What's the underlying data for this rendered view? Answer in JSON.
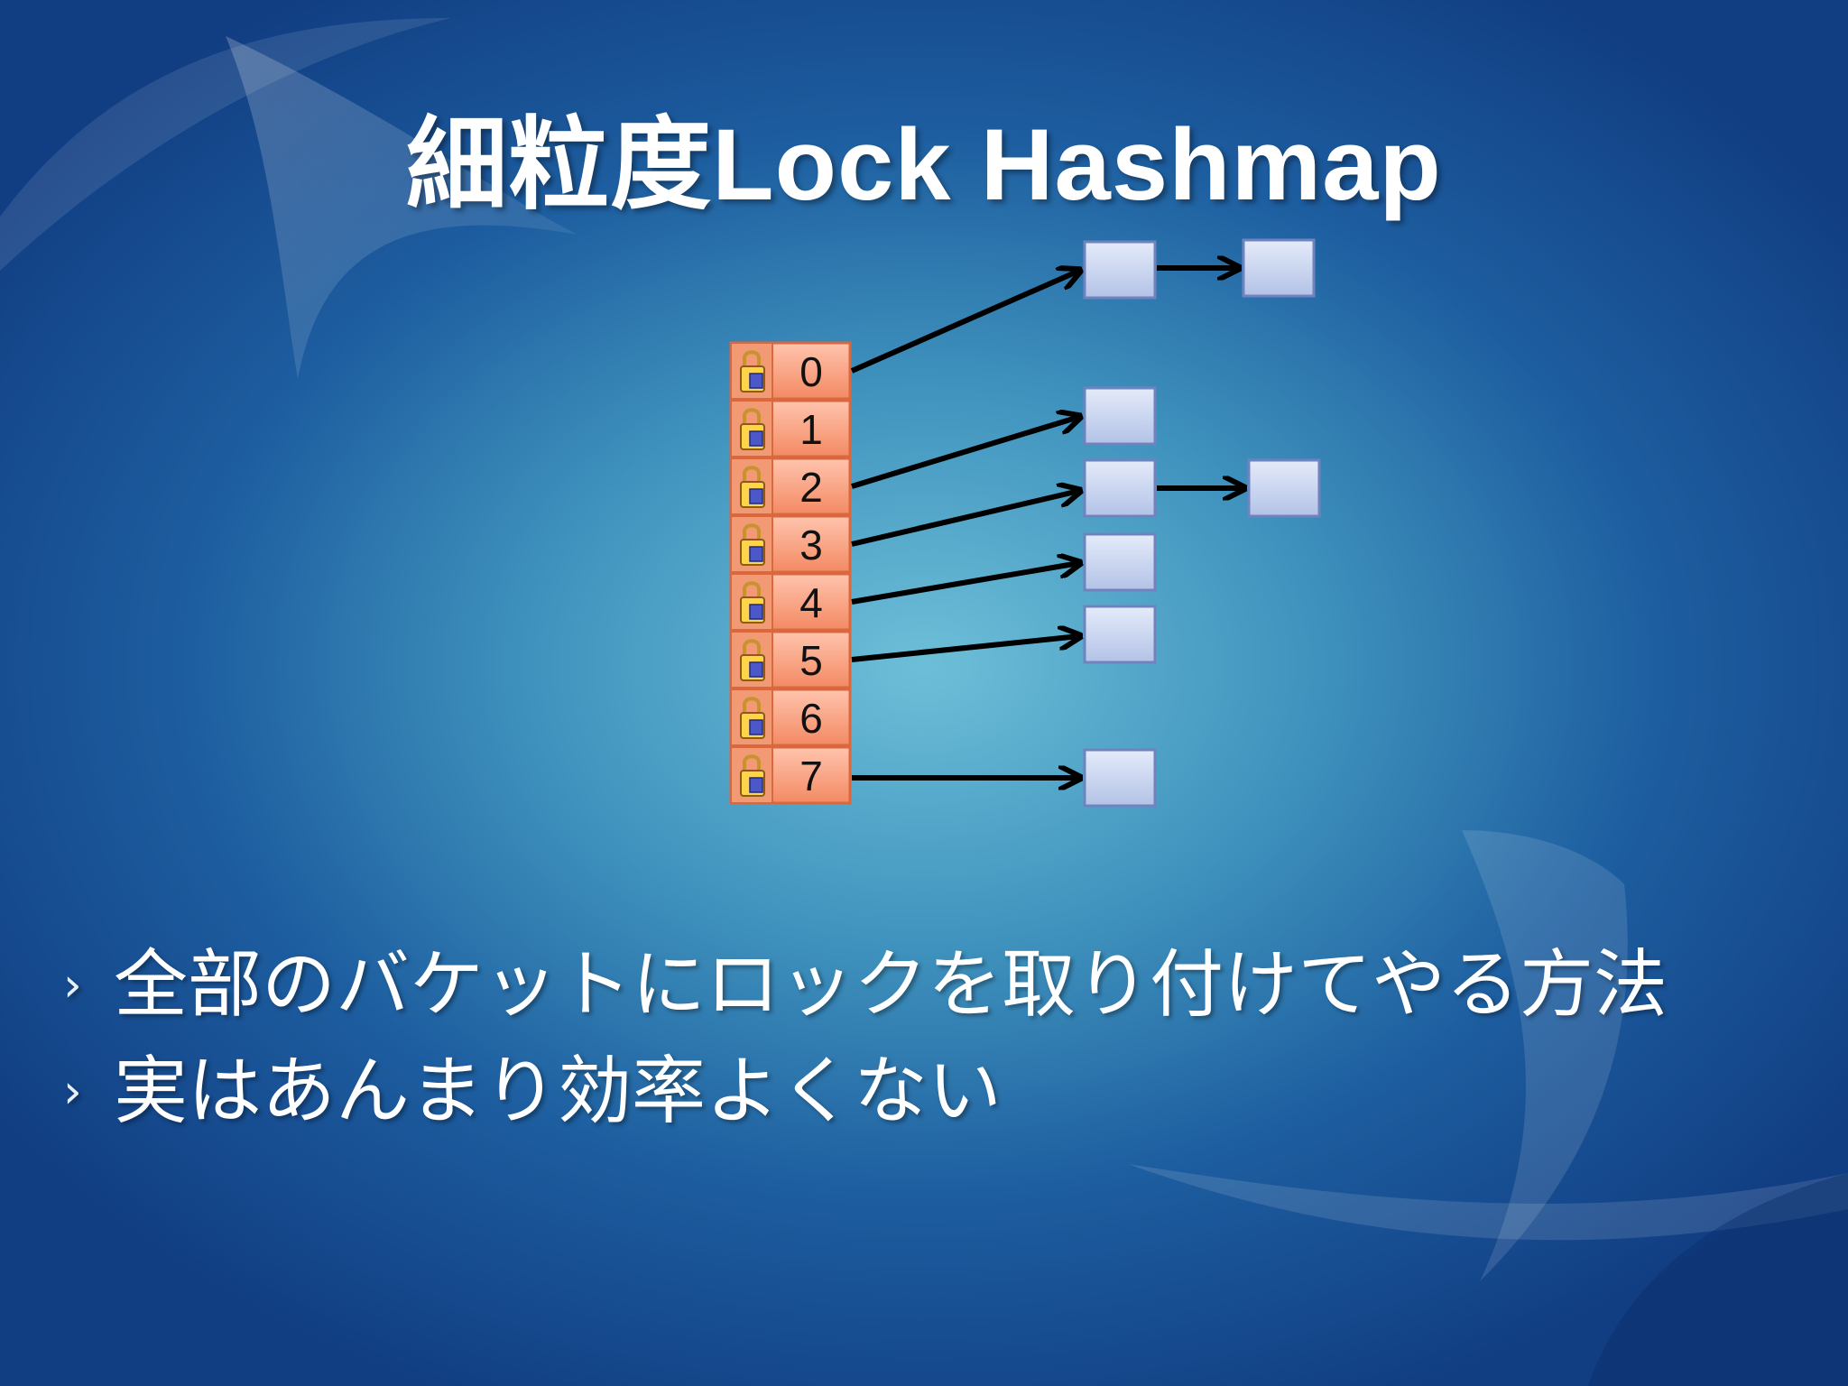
{
  "slide": {
    "title": "細粒度Lock Hashmap",
    "colors": {
      "bucket_fill": "#f6a07f",
      "bucket_border": "#d9683f",
      "node_fill": "#c4d0ec",
      "node_border": "#6f84bf",
      "arrow": "#000000",
      "text": "#ffffff"
    }
  },
  "diagram": {
    "buckets": [
      {
        "index": "0",
        "chain": 2
      },
      {
        "index": "1",
        "chain": 0
      },
      {
        "index": "2",
        "chain": 1
      },
      {
        "index": "3",
        "chain": 2
      },
      {
        "index": "4",
        "chain": 1
      },
      {
        "index": "5",
        "chain": 1
      },
      {
        "index": "6",
        "chain": 0
      },
      {
        "index": "7",
        "chain": 1
      }
    ],
    "lock_icon": "padlock-icon"
  },
  "bullets": [
    {
      "mark": "›",
      "text": "全部のバケットにロックを取り付けてやる方法"
    },
    {
      "mark": "›",
      "text": "実はあんまり効率よくない"
    }
  ]
}
